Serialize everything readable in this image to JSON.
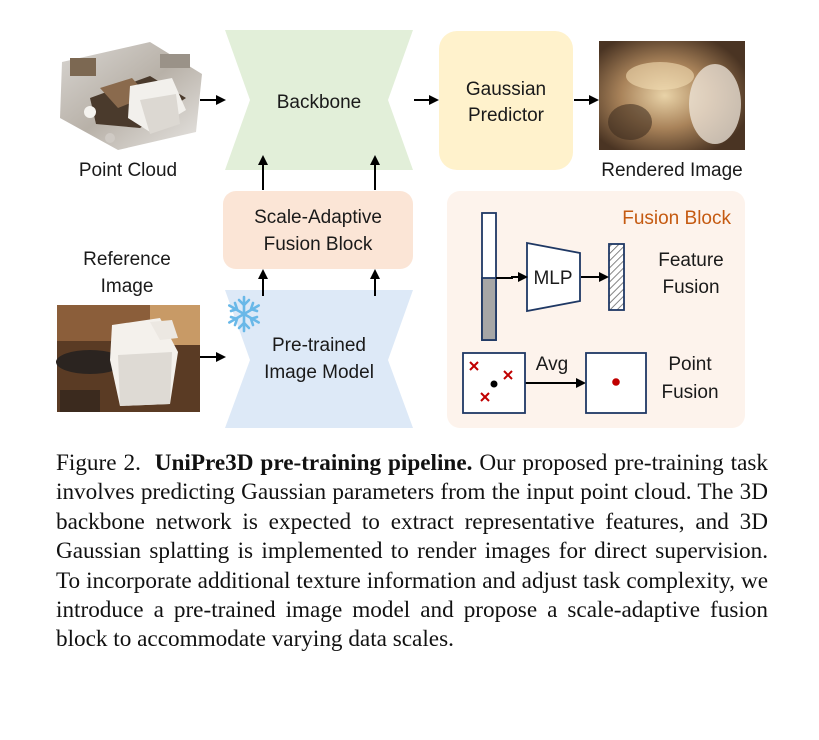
{
  "nodes": {
    "point_cloud": "Point Cloud",
    "backbone": "Backbone",
    "gaussian_predictor": [
      "Gaussian",
      "Predictor"
    ],
    "rendered_image": "Rendered Image",
    "fusion_block_main": [
      "Scale-Adaptive",
      "Fusion Block"
    ],
    "reference_image": [
      "Reference",
      "Image"
    ],
    "pretrained_model": [
      "Pre-trained",
      "Image Model"
    ]
  },
  "fusion_panel": {
    "title": "Fusion Block",
    "mlp": "MLP",
    "feature_fusion": [
      "Feature",
      "Fusion"
    ],
    "avg": "Avg",
    "point_fusion": [
      "Point",
      "Fusion"
    ]
  },
  "colors": {
    "backbone": "#e2efd9",
    "gaussian_predictor": "#fff2cc",
    "fusion_block": "#fbe5d6",
    "fusion_panel": "#fdf3ec",
    "pretrained_model": "#dde9f7",
    "fusion_title": "#c55a11",
    "box_stroke": "#1f3864",
    "marker_red": "#c00000",
    "snowflake": "#69b8e8"
  },
  "icons": {
    "frozen": "snowflake-icon"
  },
  "caption": {
    "label": "Figure 2.",
    "title": "UniPre3D pre-training pipeline.",
    "body": "Our proposed pre-training task involves predicting Gaussian parameters from the input point cloud. The 3D backbone network is expected to extract representative features, and 3D Gaussian splatting is implemented to render images for direct supervision. To incorporate additional texture information and adjust task complexity, we introduce a pre-trained image model and propose a scale-adaptive fusion block to accommodate varying data scales."
  }
}
